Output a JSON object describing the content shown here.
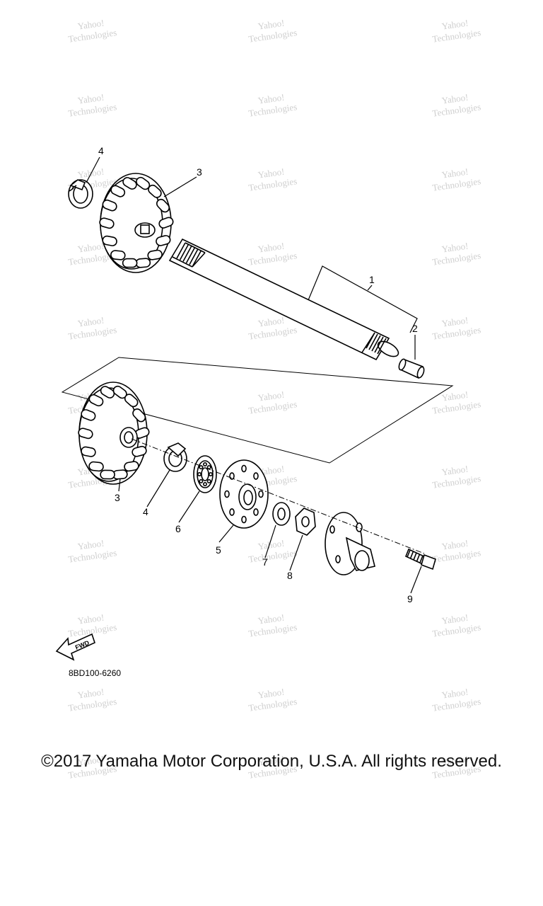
{
  "callouts": {
    "c1": "1",
    "c2": "2",
    "c3_top": "3",
    "c4_top": "4",
    "c3_bottom": "3",
    "c4_bottom": "4",
    "c5": "5",
    "c6": "6",
    "c7": "7",
    "c8": "8",
    "c9": "9"
  },
  "fwd_label": "FWD",
  "drawing_code": "8BD100-6260",
  "copyright": "©2017 Yamaha Motor Corporation, U.S.A. All rights reserved.",
  "watermark": {
    "line1": "Yahoo!",
    "line2": "Technologies"
  },
  "icons": [
    "fwd-arrow-icon"
  ]
}
